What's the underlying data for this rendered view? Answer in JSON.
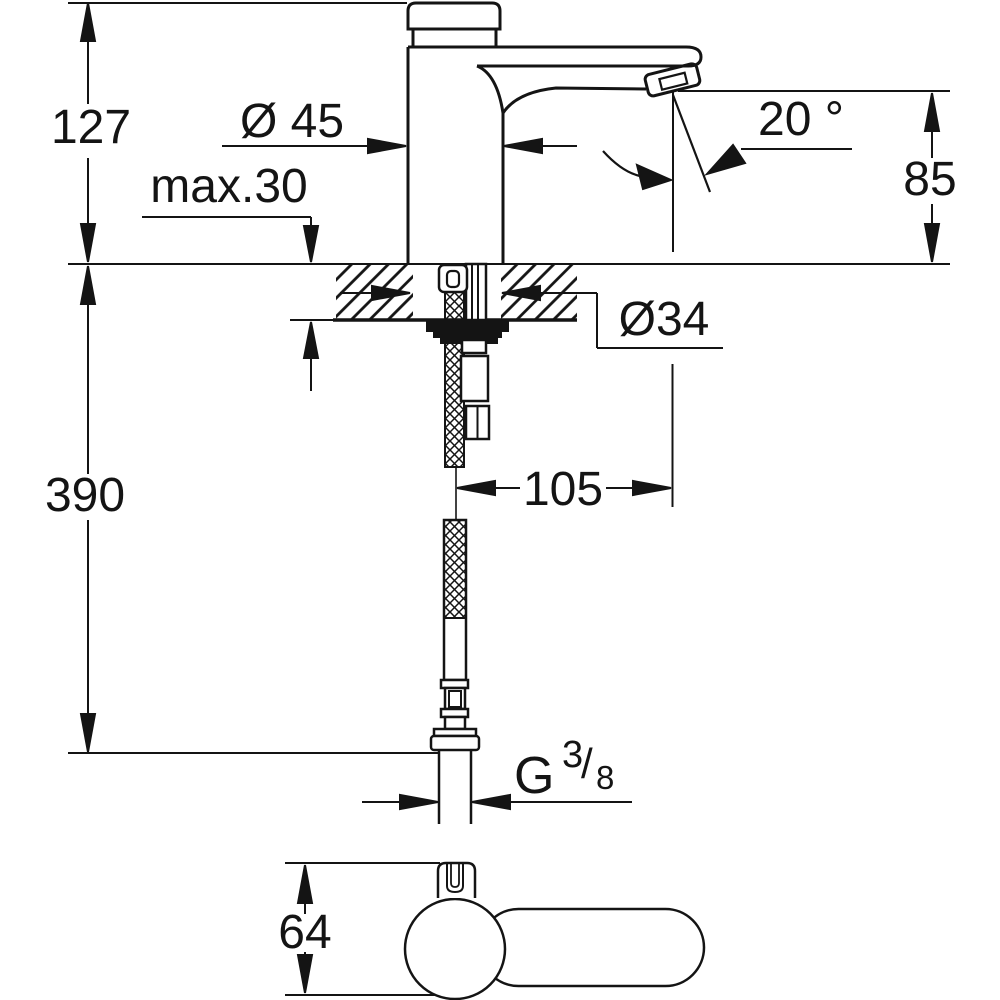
{
  "colors": {
    "ink": "#141414",
    "background": "#ffffff"
  },
  "labels": {
    "height_above_deck": "127",
    "body_diameter": "Ø 45",
    "max_mounting_thickness": "max.30",
    "spout_angle": "20 °",
    "outlet_height": "85",
    "hole_diameter": "Ø34",
    "height_below_deck": "390",
    "spout_projection": "105",
    "handle_height": "64",
    "thread": {
      "letter": "G",
      "numerator": "3",
      "slash": "/",
      "denominator": "8"
    }
  }
}
